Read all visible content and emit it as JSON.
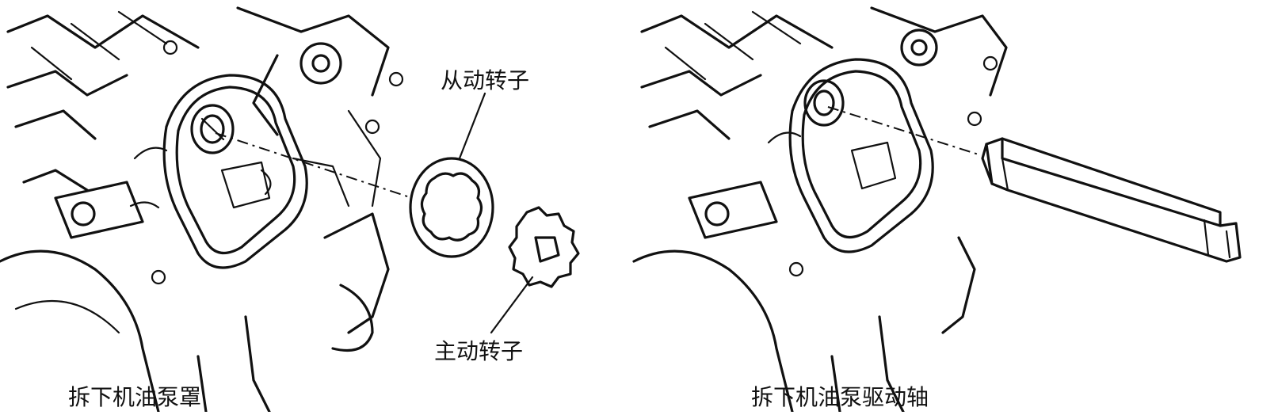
{
  "labels": {
    "driven_rotor": "从动转子",
    "drive_rotor": "主动转子",
    "caption_left": "拆下机油泵罩",
    "caption_right": "拆下机油泵驱动轴"
  }
}
